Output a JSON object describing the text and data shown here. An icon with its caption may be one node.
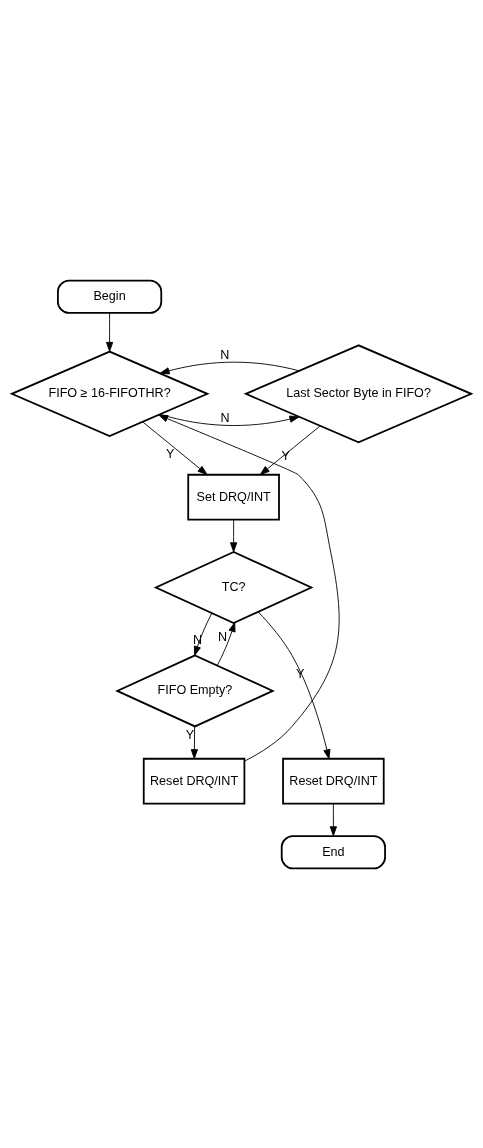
{
  "diagram": {
    "nodes": [
      {
        "text": [
          "Begin"
        ]
      },
      {
        "text": [
          "FIFO ≥ 16-FIFOTHR?"
        ]
      },
      {
        "text": [
          "Last Sector Byte in FIFO?"
        ]
      },
      {
        "text": [
          "Set DRQ/INT"
        ]
      },
      {
        "text": [
          "TC?"
        ]
      },
      {
        "text": [
          "FIFO Empty?"
        ]
      },
      {
        "text": [
          "Reset DRQ/INT"
        ]
      },
      {
        "text": [
          "Reset DRQ/INT"
        ]
      },
      {
        "text": [
          "End"
        ]
      }
    ],
    "edges": [
      {
        "from": 0,
        "to": 1,
        "arrow": "to"
      },
      {
        "from": 1,
        "to": 2,
        "arrow": "to",
        "label": "N"
      },
      {
        "from": 2,
        "to": 1,
        "arrow": "to",
        "label": "N"
      },
      {
        "from": 1,
        "to": 3,
        "arrow": "to",
        "label": "Y"
      },
      {
        "from": 2,
        "to": 3,
        "arrow": "to",
        "label": "Y"
      },
      {
        "from": 3,
        "to": 4,
        "arrow": "to"
      },
      {
        "from": 4,
        "to": 5,
        "arrow": "to",
        "label": "N"
      },
      {
        "from": 5,
        "to": 4,
        "arrow": "to",
        "label": "N"
      },
      {
        "from": 4,
        "to": 7,
        "arrow": "to",
        "label": "Y"
      },
      {
        "from": 5,
        "to": 6,
        "arrow": "to",
        "label": "Y"
      },
      {
        "from": 6,
        "to": 1,
        "arrow": "to"
      },
      {
        "from": 7,
        "to": 8,
        "arrow": "to"
      }
    ]
  }
}
